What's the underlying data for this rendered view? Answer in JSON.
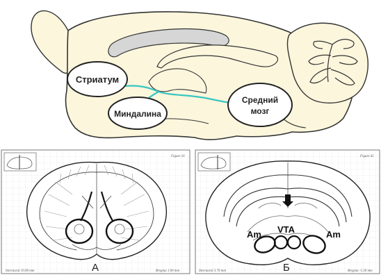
{
  "sagittal": {
    "labels": {
      "striatum": "Стриатум",
      "amygdala": "Миндалина",
      "midbrain_line1": "Средний",
      "midbrain_line2": "мозг"
    },
    "colors": {
      "brain_fill": "#fbf6dc",
      "outline": "#333333",
      "ventricle": "#d6d6d6",
      "pathway": "#37c6c2"
    }
  },
  "panel_a": {
    "figure": "Figure 16",
    "letter": "А",
    "interaural": "Interaural 10.00 mm",
    "bregma": "Bregma 1.00 mm"
  },
  "panel_b": {
    "figure": "Figure 45",
    "letter": "Б",
    "interaural": "Interaural 3.70 mm",
    "bregma": "Bregma -5.30 mm",
    "labels": {
      "am_left": "Am",
      "vta": "VTA",
      "am_right": "Am"
    }
  }
}
